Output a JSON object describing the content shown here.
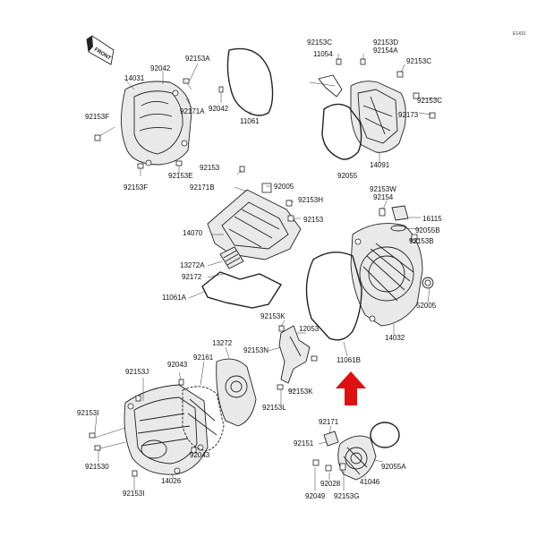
{
  "diagram": {
    "corner_code": "E1431",
    "front_label": "FRONT",
    "arrow_color": "#e01010",
    "labels": {
      "l14031": "14031",
      "l92042a": "92042",
      "l92153a": "92153A",
      "l92171a": "92171A",
      "l92042b": "92042",
      "l11061": "11061",
      "l92153f_top": "92153F",
      "l92153e": "92153E",
      "l92153f_bot": "92153F",
      "l92153c_1": "92153C",
      "l11054": "11054",
      "l92153d": "92153D",
      "l92154a": "92154A",
      "l92153c_2": "92153C",
      "l92153c_3": "92153C",
      "l92173": "92173",
      "l14091": "14091",
      "l92055": "92055",
      "l92153_a": "92153",
      "l92171b": "92171B",
      "l92005": "92005",
      "l92153h": "92153H",
      "l92153_b": "92153",
      "l14070": "14070",
      "l13272a": "13272A",
      "l92172": "92172",
      "l11061a": "11061A",
      "l92153w": "92153W",
      "l92154": "92154",
      "l16115": "16115",
      "l92055b": "92055B",
      "l92153b": "92153B",
      "l52005": "52005",
      "l14032": "14032",
      "l92153k_1": "92153K",
      "l12053": "12053",
      "l13272": "13272",
      "l92153n": "92153N",
      "l11061b": "11061B",
      "l92043_a": "92043",
      "l92161": "92161",
      "l92153j": "92153J",
      "l92153k_2": "92153K",
      "l92153l": "92153L",
      "l92153i_1": "92153I",
      "l921530": "921530",
      "l92043_b": "92043",
      "l14026": "14026",
      "l92153i_2": "92153I",
      "l92171": "92171",
      "l92151": "92151",
      "l92055a": "92055A",
      "l92028": "92028",
      "l41046": "41046",
      "l92049": "92049",
      "l92153g": "92153G"
    }
  }
}
